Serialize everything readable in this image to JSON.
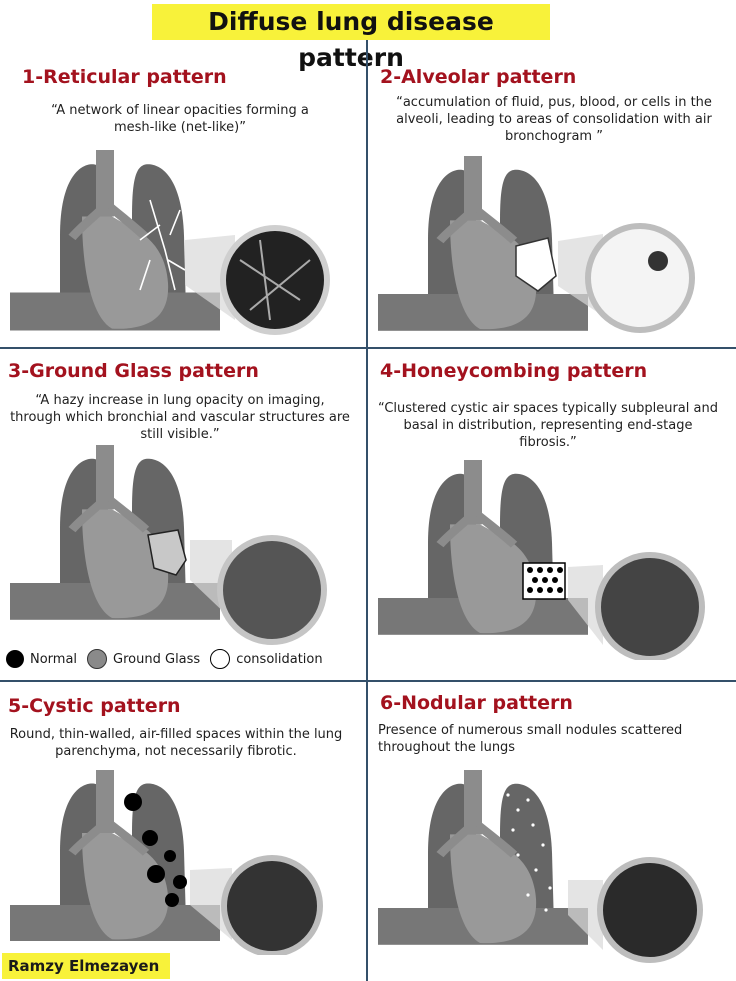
{
  "title": "Diffuse lung disease pattern",
  "panels": [
    {
      "heading": "1-Reticular pattern",
      "description": "“A network of linear opacities forming a mesh-like (net-like)”"
    },
    {
      "heading": "2-Alveolar pattern",
      "description": "“accumulation of fluid, pus, blood, or cells in the alveoli, leading to areas of consolidation with air bronchogram ”"
    },
    {
      "heading": "3-Ground Glass pattern",
      "description": "“A hazy increase in lung opacity on imaging, through which bronchial and vascular structures are still visible.”"
    },
    {
      "heading": "4-Honeycombing pattern",
      "description": "“Clustered cystic air spaces typically subpleural and basal in distribution, representing end-stage fibrosis.”"
    },
    {
      "heading": "5-Cystic pattern",
      "description": "Round, thin-walled, air-filled spaces within the lung parenchyma, not necessarily fibrotic."
    },
    {
      "heading": "6-Nodular pattern",
      "description": "Presence of numerous small nodules scattered throughout the lungs"
    }
  ],
  "legend": [
    {
      "label": "Normal",
      "color": "#000000"
    },
    {
      "label": "Ground Glass",
      "color": "#8a8a8a"
    },
    {
      "label": "consolidation",
      "color": "#ffffff"
    }
  ],
  "author": "Ramzy Elmezayen",
  "colors": {
    "accent": "#a3121e",
    "highlight": "#f8f23a",
    "divider": "#34506a",
    "lung": "#6e6e6e"
  }
}
